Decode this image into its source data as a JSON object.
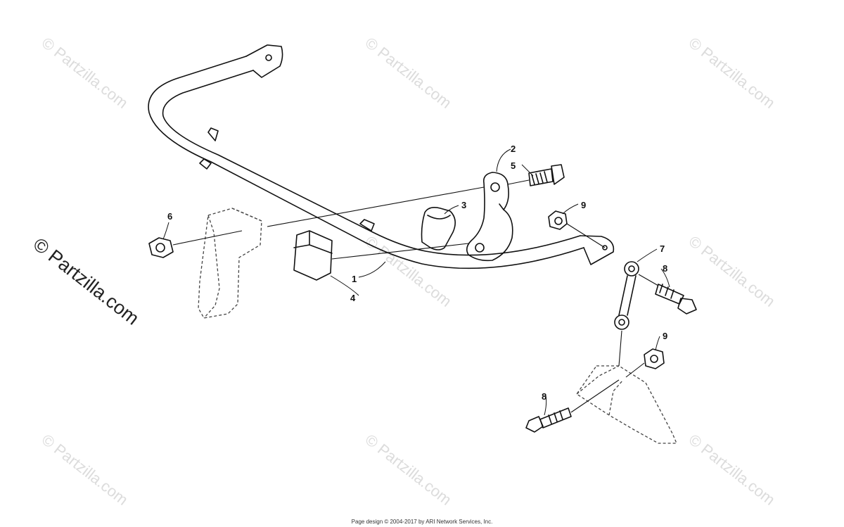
{
  "watermark": {
    "text": "© Partzilla.com",
    "large_text": "© Partzilla.com"
  },
  "callouts": [
    {
      "id": "c1",
      "label": "1"
    },
    {
      "id": "c2",
      "label": "2"
    },
    {
      "id": "c3",
      "label": "3"
    },
    {
      "id": "c4",
      "label": "4"
    },
    {
      "id": "c5",
      "label": "5"
    },
    {
      "id": "c6",
      "label": "6"
    },
    {
      "id": "c7",
      "label": "7"
    },
    {
      "id": "c8a",
      "label": "8"
    },
    {
      "id": "c8b",
      "label": "8"
    },
    {
      "id": "c9a",
      "label": "9"
    },
    {
      "id": "c9b",
      "label": "9"
    }
  ],
  "footer": {
    "text": "Page design © 2004-2017 by ARI Network Services, Inc."
  }
}
